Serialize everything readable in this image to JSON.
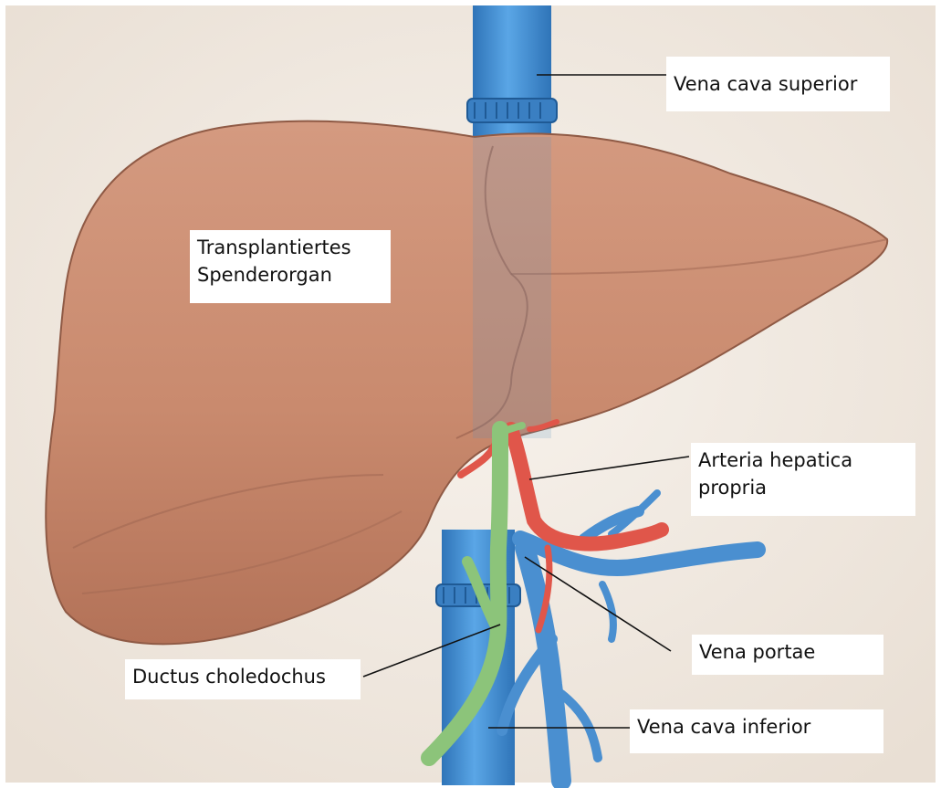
{
  "labels": {
    "vena_cava_superior": "Vena cava superior",
    "transplantiertes": "Transplantiertes\nSpenderorgan",
    "arteria_hepatica": "Arteria hepatica\npropria",
    "vena_portae": "Vena portae",
    "ductus_choledochus": "Ductus choledochus",
    "vena_cava_inferior": "Vena cava inferior"
  },
  "colors": {
    "background": "#f2ebe4",
    "liver": "#c98a6e",
    "liver_shadow": "#a96a52",
    "vena_cava": "#3f8fd2",
    "artery": "#e0564a",
    "bile_duct": "#8cc47a",
    "portal_vein": "#4a8fd0"
  }
}
